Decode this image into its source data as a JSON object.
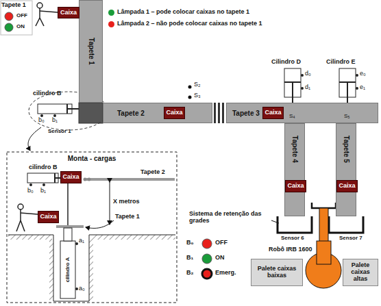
{
  "diagram": {
    "nodes": [
      {
        "text": [
          "Tapete 1"
        ]
      },
      {
        "text": [
          "Caixa"
        ]
      },
      {
        "text": [
          "Tapete 2"
        ]
      },
      {
        "text": [
          "Caixa"
        ],
        "in": 2
      },
      {
        "text": [
          "Tapete 3"
        ]
      },
      {
        "text": [
          "Caixa"
        ],
        "in": 4
      },
      {
        "text": [
          "Tapete 4"
        ]
      },
      {
        "text": [
          "Caixa"
        ],
        "in": 6
      },
      {
        "text": [
          "Tapete 5"
        ]
      },
      {
        "text": [
          "Caixa"
        ],
        "in": 8
      },
      {
        "text": [
          "Palete caixas baixas"
        ]
      },
      {
        "text": [
          "Palete caixas altas"
        ]
      },
      {
        "text": [
          "Monta - cargas"
        ]
      },
      {
        "text": [
          "Caixa"
        ],
        "in": 12
      },
      {
        "text": [
          "Caixa"
        ],
        "in": 12
      }
    ],
    "labels": [
      "Tapete 1",
      "OFF",
      "ON",
      "cilindro B",
      "b₀",
      "b₁",
      "Sensor 1",
      "Cilindro D",
      "d₀",
      "d₁",
      "Cilindro E",
      "e₀",
      "e₁",
      "S₂",
      "S₃",
      "S₄",
      "S₅",
      "Sistema de retenção das grades",
      "Sensor 6",
      "Sensor 7",
      "Robô IRB 1600",
      "cilindro B",
      "b₀",
      "b₁",
      "Tapete 2",
      "X metros",
      "Tapete 1",
      "cilindro A",
      "a₁",
      "a₀",
      "B₀",
      "OFF",
      "B₁",
      "ON",
      "B₂",
      "Emerg."
    ],
    "legend": [
      {
        "text": "Lâmpada 1 – pode colocar caixas no tapete 1",
        "color": "#1a9c3a"
      },
      {
        "text": "Lâmpada 2 – não pode colocar caixas no tapete 1",
        "color": "#e8201c"
      }
    ]
  }
}
